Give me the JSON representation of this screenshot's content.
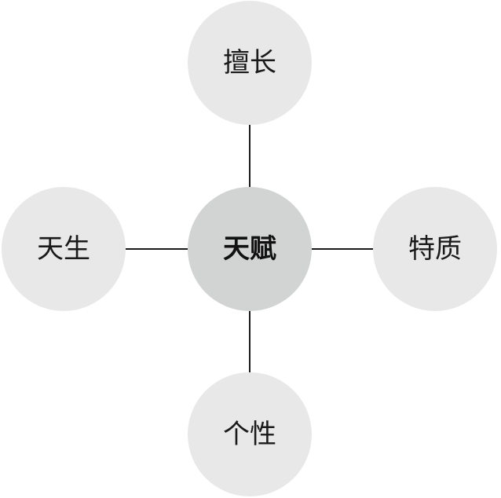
{
  "center": {
    "label": "天赋"
  },
  "nodes": {
    "top": {
      "label": "擅长"
    },
    "left": {
      "label": "天生"
    },
    "right": {
      "label": "特质"
    },
    "bottom": {
      "label": "个性"
    }
  },
  "colors": {
    "outer_node_fill": "#e8e8e8",
    "center_node_fill": "#d2d3d3",
    "connector": "#1a1a1a",
    "text": "#1a1a1a"
  }
}
